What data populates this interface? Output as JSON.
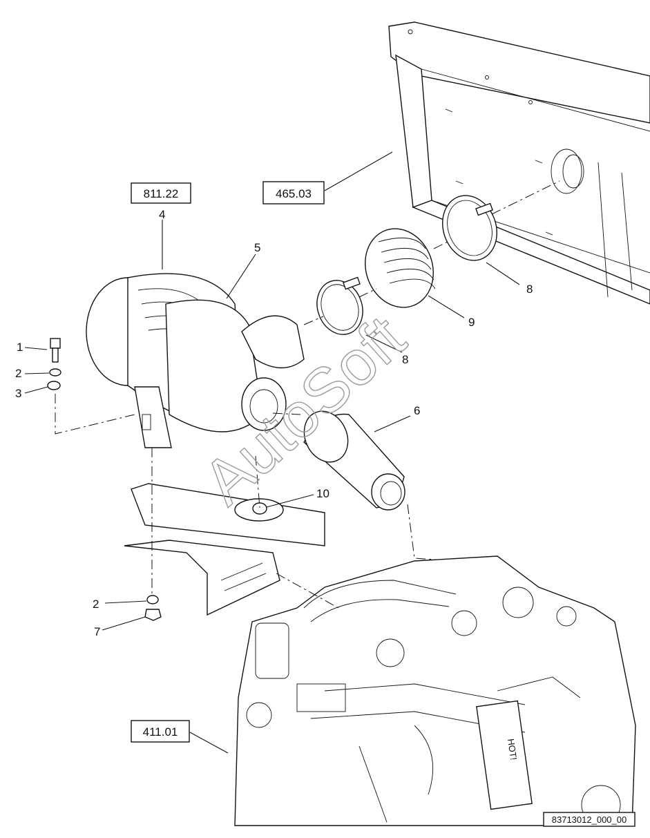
{
  "ref_boxes": [
    {
      "id": "ref-811-22",
      "text": "811.22"
    },
    {
      "id": "ref-465-03",
      "text": "465.03"
    },
    {
      "id": "ref-411-01",
      "text": "411.01"
    }
  ],
  "callouts": [
    {
      "id": "callout-1",
      "text": "1"
    },
    {
      "id": "callout-2a",
      "text": "2"
    },
    {
      "id": "callout-3",
      "text": "3"
    },
    {
      "id": "callout-4",
      "text": "4"
    },
    {
      "id": "callout-5",
      "text": "5"
    },
    {
      "id": "callout-6",
      "text": "6"
    },
    {
      "id": "callout-7",
      "text": "7"
    },
    {
      "id": "callout-8a",
      "text": "8"
    },
    {
      "id": "callout-8b",
      "text": "8"
    },
    {
      "id": "callout-9",
      "text": "9"
    },
    {
      "id": "callout-10",
      "text": "10"
    },
    {
      "id": "callout-2b",
      "text": "2"
    }
  ],
  "watermark": "AutoSoft",
  "drawing_code": "83713012_000_00",
  "hot_label": "HOT!"
}
